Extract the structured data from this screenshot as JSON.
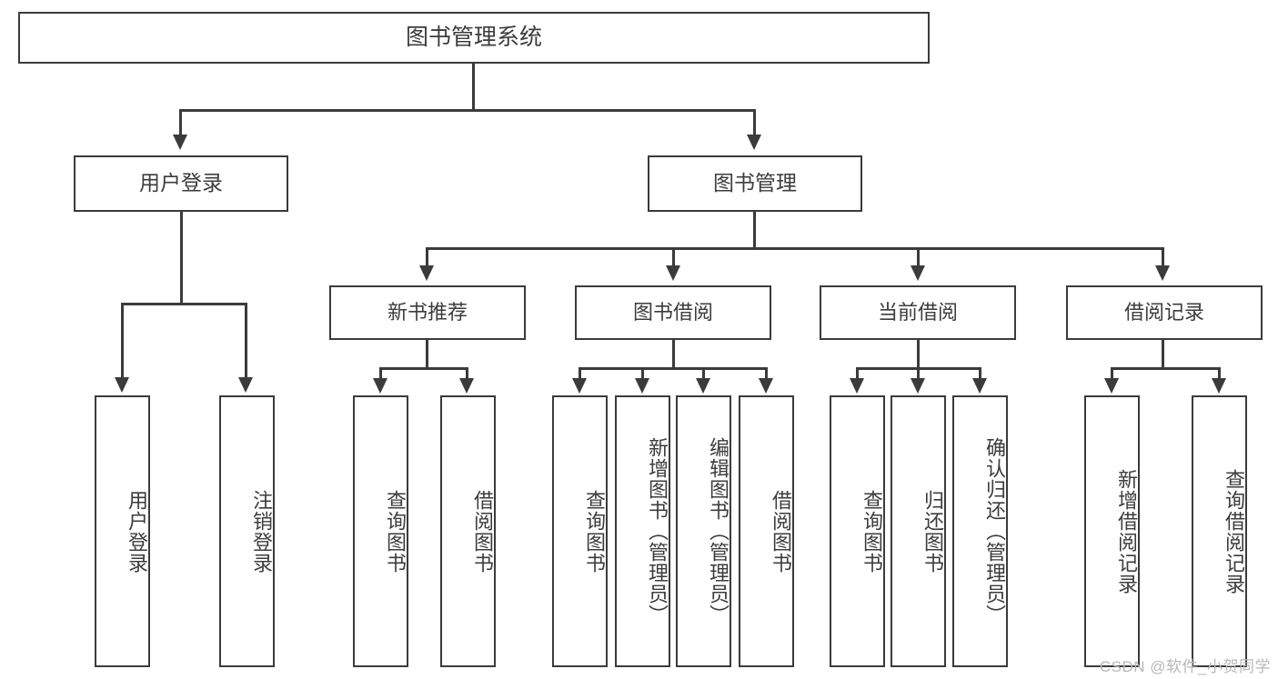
{
  "diagram": {
    "title": "图书管理系统",
    "type": "tree-hierarchy",
    "root": {
      "label": "图书管理系统"
    },
    "level2": [
      {
        "label": "用户登录"
      },
      {
        "label": "图书管理"
      }
    ],
    "level3": [
      {
        "label": "新书推荐"
      },
      {
        "label": "图书借阅"
      },
      {
        "label": "当前借阅"
      },
      {
        "label": "借阅记录"
      }
    ],
    "leaves": {
      "user_login": [
        {
          "label": "用户登录"
        },
        {
          "label": "注销登录"
        }
      ],
      "new_book_recommend": [
        {
          "label": "查询图书"
        },
        {
          "label": "借阅图书"
        }
      ],
      "book_borrow": [
        {
          "label": "查询图书"
        },
        {
          "label": "新增图书（管理员）"
        },
        {
          "label": "编辑图书（管理员）"
        },
        {
          "label": "借阅图书"
        }
      ],
      "current_borrow": [
        {
          "label": "查询图书"
        },
        {
          "label": "归还图书"
        },
        {
          "label": "确认归还（管理员）"
        }
      ],
      "borrow_record": [
        {
          "label": "新增借阅记录"
        },
        {
          "label": "查询借阅记录"
        }
      ]
    }
  },
  "watermark": {
    "text": "CSDN @软件_小贺同学"
  },
  "colors": {
    "stroke": "#3b3b3b",
    "text": "#3c3c3c",
    "background": "#ffffff",
    "watermark": "#b8b8b8"
  }
}
